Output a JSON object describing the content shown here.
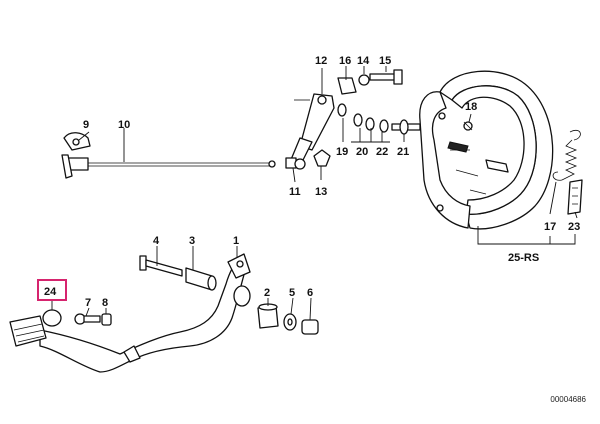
{
  "document_number": "00004686",
  "highlight_color": "#d6246e",
  "parts": {
    "p1": "1",
    "p2": "2",
    "p3": "3",
    "p4": "4",
    "p5": "5",
    "p6": "6",
    "p7": "7",
    "p8": "8",
    "p9": "9",
    "p10": "10",
    "p11": "11",
    "p12": "12",
    "p13": "13",
    "p14": "14",
    "p15": "15",
    "p16": "16",
    "p17": "17",
    "p18": "18",
    "p19": "19",
    "p20": "20",
    "p21": "21",
    "p22": "22",
    "p23": "23",
    "p24": "24",
    "p25": "25-RS"
  },
  "highlighted_part": "24"
}
